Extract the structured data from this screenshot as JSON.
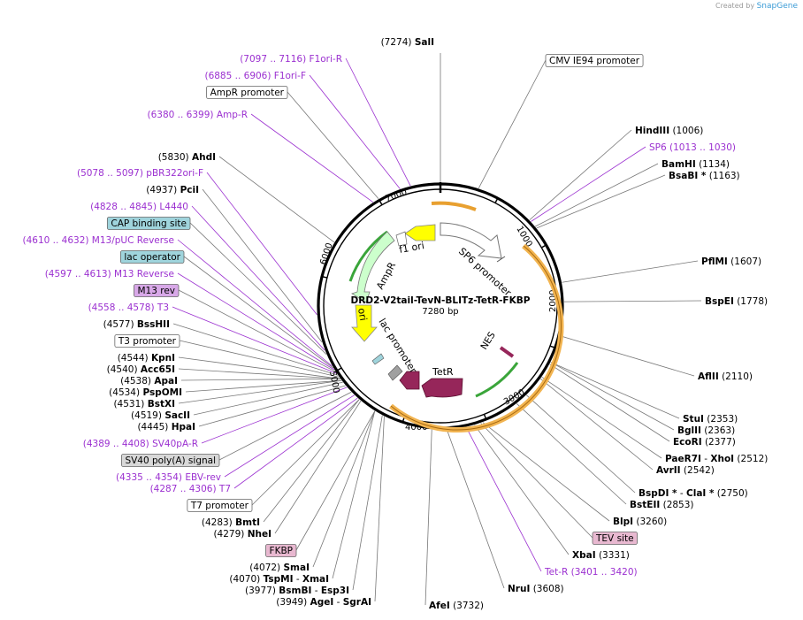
{
  "watermark": {
    "prefix": "Created by",
    "brand": "SnapGene"
  },
  "plasmid": {
    "name": "DRD2-V2tail-TevN-BLITz-TetR-FKBP",
    "length_label": "7280 bp",
    "length": 7280
  },
  "colors": {
    "site": "#000000",
    "primer": "#9b30d0",
    "feature_yellow": "#ffff00",
    "feature_green": "#ccffcc",
    "feature_maroon": "#96265a",
    "feature_orange": "#f0a830",
    "box_blue": "#9fd4dc",
    "box_pink": "#e8b8d0",
    "box_violet": "#d8a8e8"
  },
  "ticks": [
    "1000",
    "2000",
    "3000",
    "4000",
    "5000",
    "6000",
    "7000"
  ],
  "features": [
    {
      "label": "f1 ori"
    },
    {
      "label": "AmpR"
    },
    {
      "label": "ori"
    },
    {
      "label": "lac promoter"
    },
    {
      "label": "SP6 promoter"
    },
    {
      "label": "NES"
    },
    {
      "label": "TetR"
    }
  ],
  "left_labels": [
    {
      "parts": [
        {
          "t": "(7274)  ",
          "k": "n"
        },
        {
          "t": "SalI",
          "k": "b"
        }
      ]
    },
    {
      "parts": [
        {
          "t": "(7097 .. 7116)  F1ori-R",
          "k": "p"
        }
      ]
    },
    {
      "parts": [
        {
          "t": "(6885 .. 6906)  F1ori-F",
          "k": "p"
        }
      ]
    },
    {
      "parts": [
        {
          "t": "AmpR promoter",
          "k": "n"
        }
      ],
      "box": "white"
    },
    {
      "parts": [
        {
          "t": "(6380 .. 6399)  Amp-R",
          "k": "p"
        }
      ]
    },
    {
      "parts": [
        {
          "t": "(5830)  ",
          "k": "n"
        },
        {
          "t": "AhdI",
          "k": "b"
        }
      ]
    },
    {
      "parts": [
        {
          "t": "(5078 .. 5097)  pBR322ori-F",
          "k": "p"
        }
      ]
    },
    {
      "parts": [
        {
          "t": "(4937)  ",
          "k": "n"
        },
        {
          "t": "PciI",
          "k": "b"
        }
      ]
    },
    {
      "parts": [
        {
          "t": "(4828 .. 4845)  L4440",
          "k": "p"
        }
      ]
    },
    {
      "parts": [
        {
          "t": "CAP binding site",
          "k": "n"
        }
      ],
      "box": "blue"
    },
    {
      "parts": [
        {
          "t": "(4610 .. 4632)  M13/pUC Reverse",
          "k": "p"
        }
      ]
    },
    {
      "parts": [
        {
          "t": "lac operator",
          "k": "n"
        }
      ],
      "box": "blue"
    },
    {
      "parts": [
        {
          "t": "(4597 .. 4613)  M13 Reverse",
          "k": "p"
        }
      ]
    },
    {
      "parts": [
        {
          "t": "M13 rev",
          "k": "n"
        }
      ],
      "box": "violet"
    },
    {
      "parts": [
        {
          "t": "(4558 .. 4578)  T3",
          "k": "p"
        }
      ]
    },
    {
      "parts": [
        {
          "t": "(4577)  ",
          "k": "n"
        },
        {
          "t": "BssHII",
          "k": "b"
        }
      ]
    },
    {
      "parts": [
        {
          "t": "T3 promoter",
          "k": "n"
        }
      ],
      "box": "white"
    },
    {
      "parts": [
        {
          "t": "(4544)  ",
          "k": "n"
        },
        {
          "t": "KpnI",
          "k": "b"
        }
      ]
    },
    {
      "parts": [
        {
          "t": "(4540)  ",
          "k": "n"
        },
        {
          "t": "Acc65I",
          "k": "b"
        }
      ]
    },
    {
      "parts": [
        {
          "t": "(4538)  ",
          "k": "n"
        },
        {
          "t": "ApaI",
          "k": "b"
        }
      ]
    },
    {
      "parts": [
        {
          "t": "(4534)  ",
          "k": "n"
        },
        {
          "t": "PspOMI",
          "k": "b"
        }
      ]
    },
    {
      "parts": [
        {
          "t": "(4531)  ",
          "k": "n"
        },
        {
          "t": "BstXI",
          "k": "b"
        }
      ]
    },
    {
      "parts": [
        {
          "t": "(4519)  ",
          "k": "n"
        },
        {
          "t": "SacII",
          "k": "b"
        }
      ]
    },
    {
      "parts": [
        {
          "t": "(4445)  ",
          "k": "n"
        },
        {
          "t": "HpaI",
          "k": "b"
        }
      ]
    },
    {
      "parts": [
        {
          "t": "(4389 .. 4408)  SV40pA-R",
          "k": "p"
        }
      ]
    },
    {
      "parts": [
        {
          "t": "SV40 poly(A) signal",
          "k": "n"
        }
      ],
      "box": "gray"
    },
    {
      "parts": [
        {
          "t": "(4335 .. 4354)  EBV-rev",
          "k": "p"
        }
      ]
    },
    {
      "parts": [
        {
          "t": "(4287 .. 4306)  T7",
          "k": "p"
        }
      ]
    },
    {
      "parts": [
        {
          "t": "T7 promoter",
          "k": "n"
        }
      ],
      "box": "white"
    },
    {
      "parts": [
        {
          "t": "(4283)  ",
          "k": "n"
        },
        {
          "t": "BmtI",
          "k": "b"
        }
      ]
    },
    {
      "parts": [
        {
          "t": "(4279)  ",
          "k": "n"
        },
        {
          "t": "NheI",
          "k": "b"
        }
      ]
    },
    {
      "parts": [
        {
          "t": "FKBP",
          "k": "n"
        }
      ],
      "box": "pink"
    },
    {
      "parts": [
        {
          "t": "(4072)  ",
          "k": "n"
        },
        {
          "t": "SmaI",
          "k": "b"
        }
      ]
    },
    {
      "parts": [
        {
          "t": "(4070)  ",
          "k": "n"
        },
        {
          "t": "TspMI",
          "k": "b"
        },
        {
          "t": "  - ",
          "k": "n"
        },
        {
          "t": "XmaI",
          "k": "b"
        }
      ]
    },
    {
      "parts": [
        {
          "t": "(3977)  ",
          "k": "n"
        },
        {
          "t": "BsmBI",
          "k": "b"
        },
        {
          "t": "  - ",
          "k": "n"
        },
        {
          "t": "Esp3I",
          "k": "b"
        }
      ]
    },
    {
      "parts": [
        {
          "t": "(3949)  ",
          "k": "n"
        },
        {
          "t": "AgeI",
          "k": "b"
        },
        {
          "t": "  - ",
          "k": "n"
        },
        {
          "t": "SgrAI",
          "k": "b"
        }
      ]
    }
  ],
  "right_labels": [
    {
      "parts": [
        {
          "t": "CMV IE94 promoter",
          "k": "n"
        }
      ],
      "box": "white"
    },
    {
      "parts": [
        {
          "t": "HindIII",
          "k": "b"
        },
        {
          "t": "  (1006)",
          "k": "n"
        }
      ]
    },
    {
      "parts": [
        {
          "t": "SP6    (1013 .. 1030)",
          "k": "p"
        }
      ]
    },
    {
      "parts": [
        {
          "t": "BamHI",
          "k": "b"
        },
        {
          "t": "  (1134)",
          "k": "n"
        }
      ]
    },
    {
      "parts": [
        {
          "t": "BsaBI *",
          "k": "b"
        },
        {
          "t": "  (1163)",
          "k": "n"
        }
      ]
    },
    {
      "parts": [
        {
          "t": "PflMI",
          "k": "b"
        },
        {
          "t": "  (1607)",
          "k": "n"
        }
      ]
    },
    {
      "parts": [
        {
          "t": "BspEI",
          "k": "b"
        },
        {
          "t": "  (1778)",
          "k": "n"
        }
      ]
    },
    {
      "parts": [
        {
          "t": "AflII",
          "k": "b"
        },
        {
          "t": "  (2110)",
          "k": "n"
        }
      ]
    },
    {
      "parts": [
        {
          "t": "StuI",
          "k": "b"
        },
        {
          "t": "  (2353)",
          "k": "n"
        }
      ]
    },
    {
      "parts": [
        {
          "t": "BglII",
          "k": "b"
        },
        {
          "t": "  (2363)",
          "k": "n"
        }
      ]
    },
    {
      "parts": [
        {
          "t": "EcoRI",
          "k": "b"
        },
        {
          "t": "  (2377)",
          "k": "n"
        }
      ]
    },
    {
      "parts": [
        {
          "t": "PaeR7I",
          "k": "b"
        },
        {
          "t": "  - ",
          "k": "n"
        },
        {
          "t": "XhoI",
          "k": "b"
        },
        {
          "t": "  (2512)",
          "k": "n"
        }
      ]
    },
    {
      "parts": [
        {
          "t": "AvrII",
          "k": "b"
        },
        {
          "t": "  (2542)",
          "k": "n"
        }
      ]
    },
    {
      "parts": [
        {
          "t": "BspDI *",
          "k": "b"
        },
        {
          "t": "  - ",
          "k": "n"
        },
        {
          "t": "ClaI *",
          "k": "b"
        },
        {
          "t": "  (2750)",
          "k": "n"
        }
      ]
    },
    {
      "parts": [
        {
          "t": "BstEII",
          "k": "b"
        },
        {
          "t": "  (2853)",
          "k": "n"
        }
      ]
    },
    {
      "parts": [
        {
          "t": "BlpI",
          "k": "b"
        },
        {
          "t": "  (3260)",
          "k": "n"
        }
      ]
    },
    {
      "parts": [
        {
          "t": "TEV site",
          "k": "n"
        }
      ],
      "box": "pink"
    },
    {
      "parts": [
        {
          "t": "XbaI",
          "k": "b"
        },
        {
          "t": "  (3331)",
          "k": "n"
        }
      ]
    },
    {
      "parts": [
        {
          "t": "Tet-R    (3401 .. 3420)",
          "k": "p"
        }
      ]
    },
    {
      "parts": [
        {
          "t": "NruI",
          "k": "b"
        },
        {
          "t": "  (3608)",
          "k": "n"
        }
      ]
    },
    {
      "parts": [
        {
          "t": "AfeI",
          "k": "b"
        },
        {
          "t": "  (3732)",
          "k": "n"
        }
      ]
    }
  ]
}
